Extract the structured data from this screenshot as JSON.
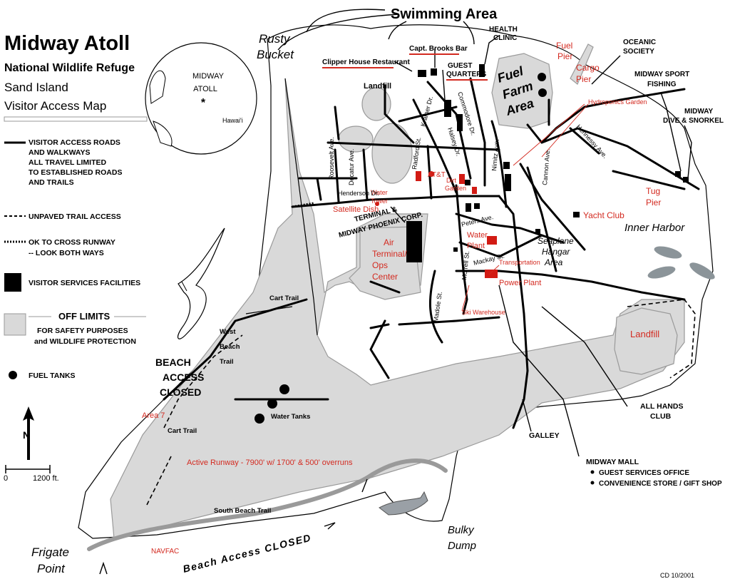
{
  "title": {
    "main": "Midway Atoll",
    "line2": "National Wildlife Refuge",
    "line3": "Sand Island",
    "line4": "Visitor Access Map"
  },
  "globe": {
    "label1": "MIDWAY",
    "label2": "ATOLL",
    "marker": "*",
    "hawaii": "Hawai'i"
  },
  "legend": {
    "roads": [
      "VISITOR ACCESS ROADS",
      "AND WALKWAYS",
      "ALL TRAVEL LIMITED",
      "TO ESTABLISHED ROADS",
      "AND TRAILS"
    ],
    "unpaved": "UNPAVED TRAIL ACCESS",
    "runway": [
      "OK TO CROSS RUNWAY",
      "-- LOOK BOTH WAYS"
    ],
    "facilities": "VISITOR SERVICES FACILITIES",
    "off_limits": [
      "OFF LIMITS",
      "FOR SAFETY PURPOSES",
      "and WILDLIFE PROTECTION"
    ],
    "fuel_tanks": "FUEL TANKS"
  },
  "scale": {
    "zero": "0",
    "distance": "1200 ft.",
    "north": "N"
  },
  "places": {
    "swimming_area": "Swimming Area",
    "rusty_bucket": [
      "Rusty",
      "Bucket"
    ],
    "clipper_house": "Clipper House Restaurant",
    "capt_brooks": "Capt. Brooks Bar",
    "health_clinic": [
      "HEALTH",
      "CLINIC"
    ],
    "guest_quarters": [
      "GUEST",
      "QUARTERS"
    ],
    "fuel_farm": [
      "Fuel",
      "Farm",
      "Area"
    ],
    "fuel_pier": [
      "Fuel",
      "Pier"
    ],
    "cargo_pier": [
      "Cargo",
      "Pier"
    ],
    "oceanic_society": [
      "OCEANIC",
      "SOCIETY"
    ],
    "midway_sport_fishing": [
      "MIDWAY SPORT",
      "FISHING"
    ],
    "hydroponics": "Hydroponics Garden",
    "midway_dive": [
      "MIDWAY",
      "DIVE & SNORKEL"
    ],
    "landfill_north": "Landfill",
    "att": "AT&T",
    "water_tower": [
      "Water",
      "Tower"
    ],
    "dirt_garden": [
      "Dirt",
      "Garden"
    ],
    "satellite_dish": "Satellite Dish",
    "terminal": [
      "TERMINAL &",
      "MIDWAY PHOENIX CORP."
    ],
    "air_terminal": [
      "Air",
      "Terminal/",
      "Ops",
      "Center"
    ],
    "water_plant": [
      "Water",
      "Plant"
    ],
    "transportation": "Transportation",
    "power_plant": "Power Plant",
    "ski_warehouse": "Ski Warehouse",
    "tug_pier": [
      "Tug",
      "Pier"
    ],
    "yacht_club": "Yacht Club",
    "inner_harbor": "Inner Harbor",
    "seaplane_hangar": [
      "Seaplane",
      "Hangar",
      "Area"
    ],
    "landfill_east": "Landfill",
    "all_hands": [
      "ALL HANDS",
      "CLUB"
    ],
    "galley": "GALLEY",
    "midway_mall": "MIDWAY MALL",
    "mall_items": [
      "GUEST SERVICES OFFICE",
      "CONVENIENCE STORE / GIFT SHOP"
    ],
    "cart_trail_north": "Cart Trail",
    "west_beach_trail": [
      "West",
      "Beach",
      "Trail"
    ],
    "beach_access_closed": [
      "BEACH",
      "ACCESS",
      "CLOSED"
    ],
    "area7": "Area 7",
    "water_tanks": "Water Tanks",
    "cart_trail_south": "Cart Trail",
    "runway": "Active Runway - 7900' w/ 1700' & 500' overruns",
    "south_beach_trail": "South Beach Trail",
    "navfac": "NAVFAC",
    "beach_closed_south": "Beach Access CLOSED",
    "frigate_point": [
      "Frigate",
      "Point"
    ],
    "bulky_dump": [
      "Bulky",
      "Dump"
    ]
  },
  "streets": {
    "roosevelt": "Roosevelt Ave.",
    "decatur": "Decatur Ave.",
    "henderson": "Henderson Dr.",
    "radford": "Radford St.",
    "kramer": "Kramer Dr.",
    "halsey": "Halsey Dr.",
    "commodore": "Commodore Dr.",
    "nimitz": "Nimitz Ave.",
    "cannon": "Cannon Ave.",
    "hennessy": "Hennessy Ave.",
    "peters": "Peters Ave.",
    "morrell": "Morrell St.",
    "mackay": "Mackay St.",
    "midway": "Madole St."
  },
  "credit": "CD 10/2001",
  "colors": {
    "off_limits": "#d9d9d9",
    "red_labels": "#d32a20",
    "facility": "#000000"
  }
}
